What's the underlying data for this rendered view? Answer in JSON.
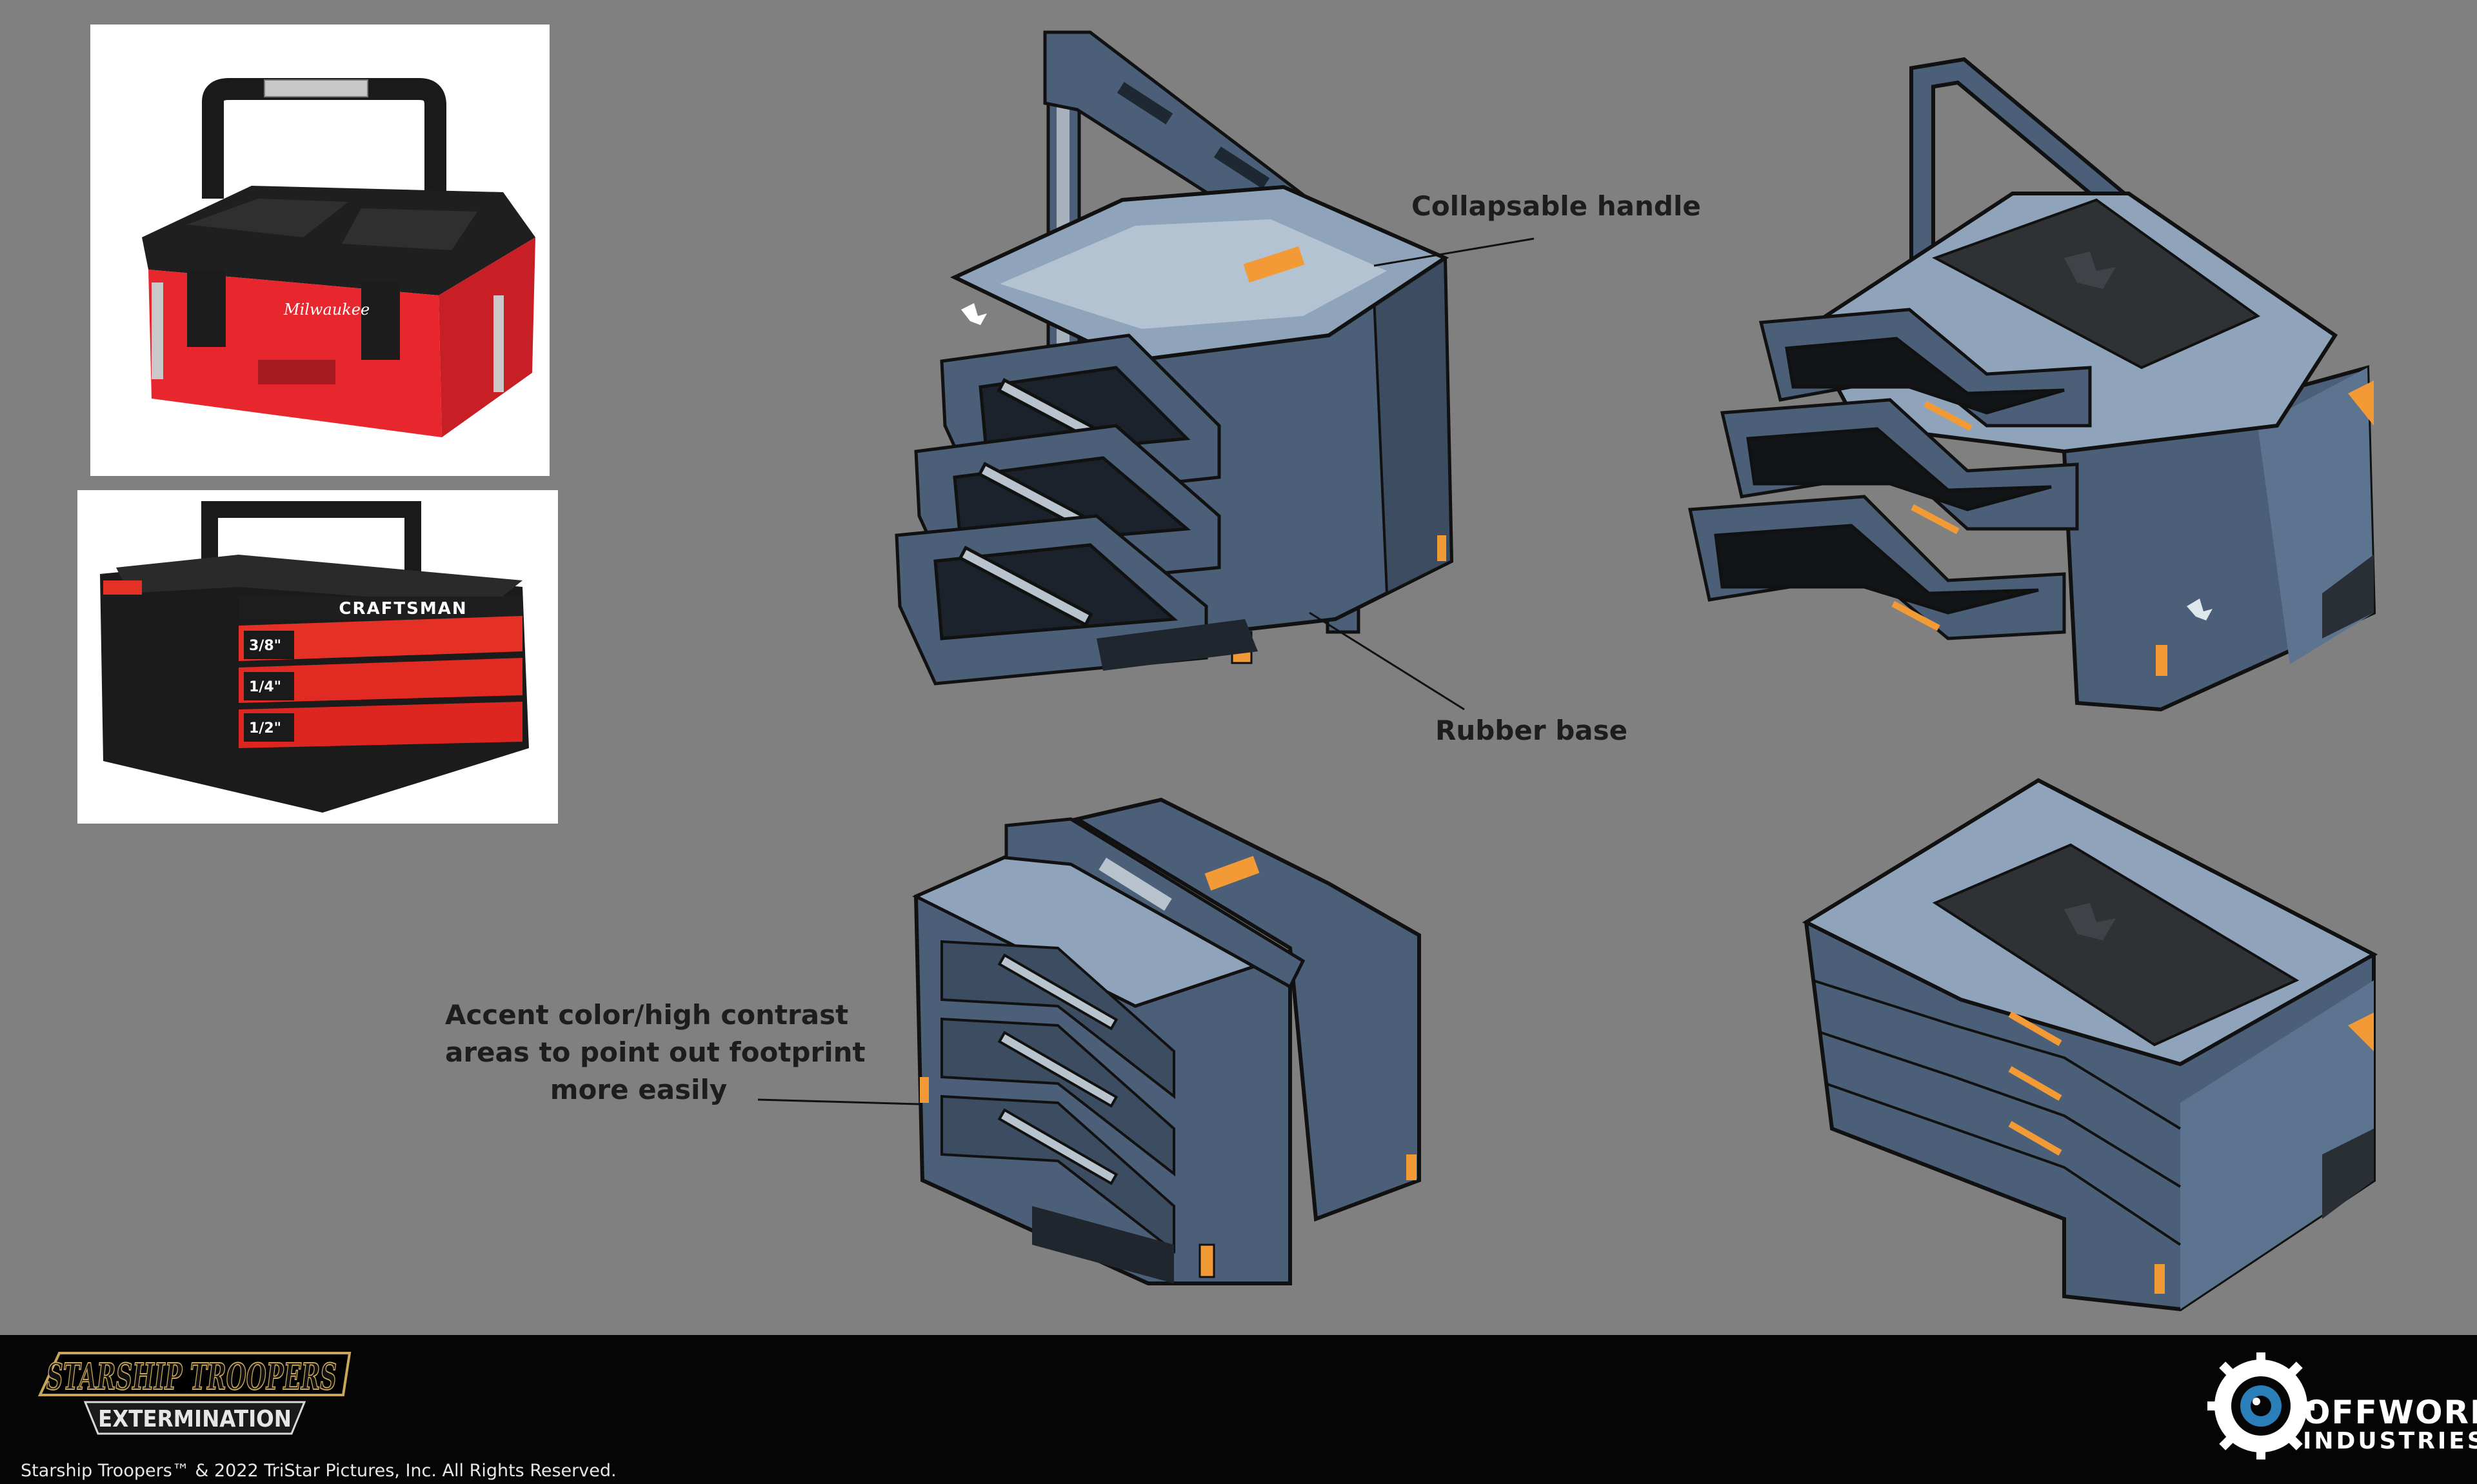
{
  "annotations": {
    "collapsable_handle": "Collapsable handle",
    "rubber_base": "Rubber base",
    "accent_color_line1": "Accent color/high contrast",
    "accent_color_line2": "areas to point out footprint",
    "accent_color_line3": "more easily"
  },
  "reference_photos": {
    "milwaukee_brand": "Milwaukee",
    "craftsman_brand": "CRAFTSMAN",
    "drawer_labels": [
      "3/8\"",
      "1/4\"",
      "1/2\""
    ]
  },
  "footer": {
    "game_logo_line1": "STARSHIP TROOPERS",
    "game_logo_line2": "EXTERMINATION",
    "copyright": "Starship Troopers™ & 2022 TriStar Pictures, Inc. All Rights Reserved.",
    "studio_line1": "OFFWORLD",
    "studio_line2": "INDUSTRIES"
  },
  "colors": {
    "background": "#808080",
    "box_body": "#4b6078",
    "box_light": "#8fa4ba",
    "box_dark": "#2c3948",
    "accent_orange": "#f29a36",
    "reference_red": "#e8262d",
    "footer_bg": "#050505",
    "logo_gold": "#c9a659"
  }
}
